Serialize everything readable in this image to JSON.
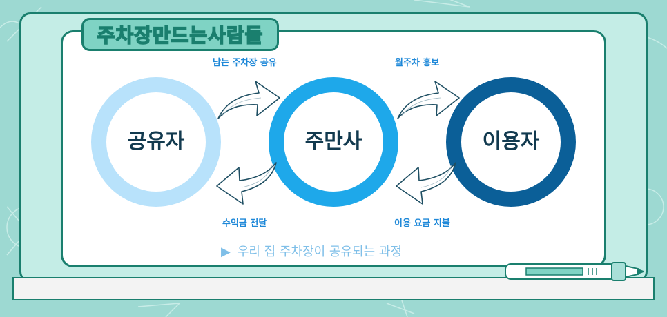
{
  "title": "주차장만드는사람들",
  "nodes": [
    {
      "id": "sharer",
      "label": "공유자",
      "ring_color": "#b8e2fb",
      "text_color": "#123a4f"
    },
    {
      "id": "jumansa",
      "label": "주만사",
      "ring_color": "#1ea8ea",
      "text_color": "#123a4f"
    },
    {
      "id": "user",
      "label": "이용자",
      "ring_color": "#0b5f98",
      "text_color": "#123a4f"
    }
  ],
  "flows": [
    {
      "label": "남는 주차장 공유"
    },
    {
      "label": "수익금 전달"
    },
    {
      "label": "월주차 홍보"
    },
    {
      "label": "이용 요금 지불"
    }
  ],
  "caption": "우리 집 주차장이 공유되는 과정",
  "colors": {
    "background": "#9dd9d2",
    "frame": "#1a7f6e",
    "label_blue": "#1e88d8"
  }
}
